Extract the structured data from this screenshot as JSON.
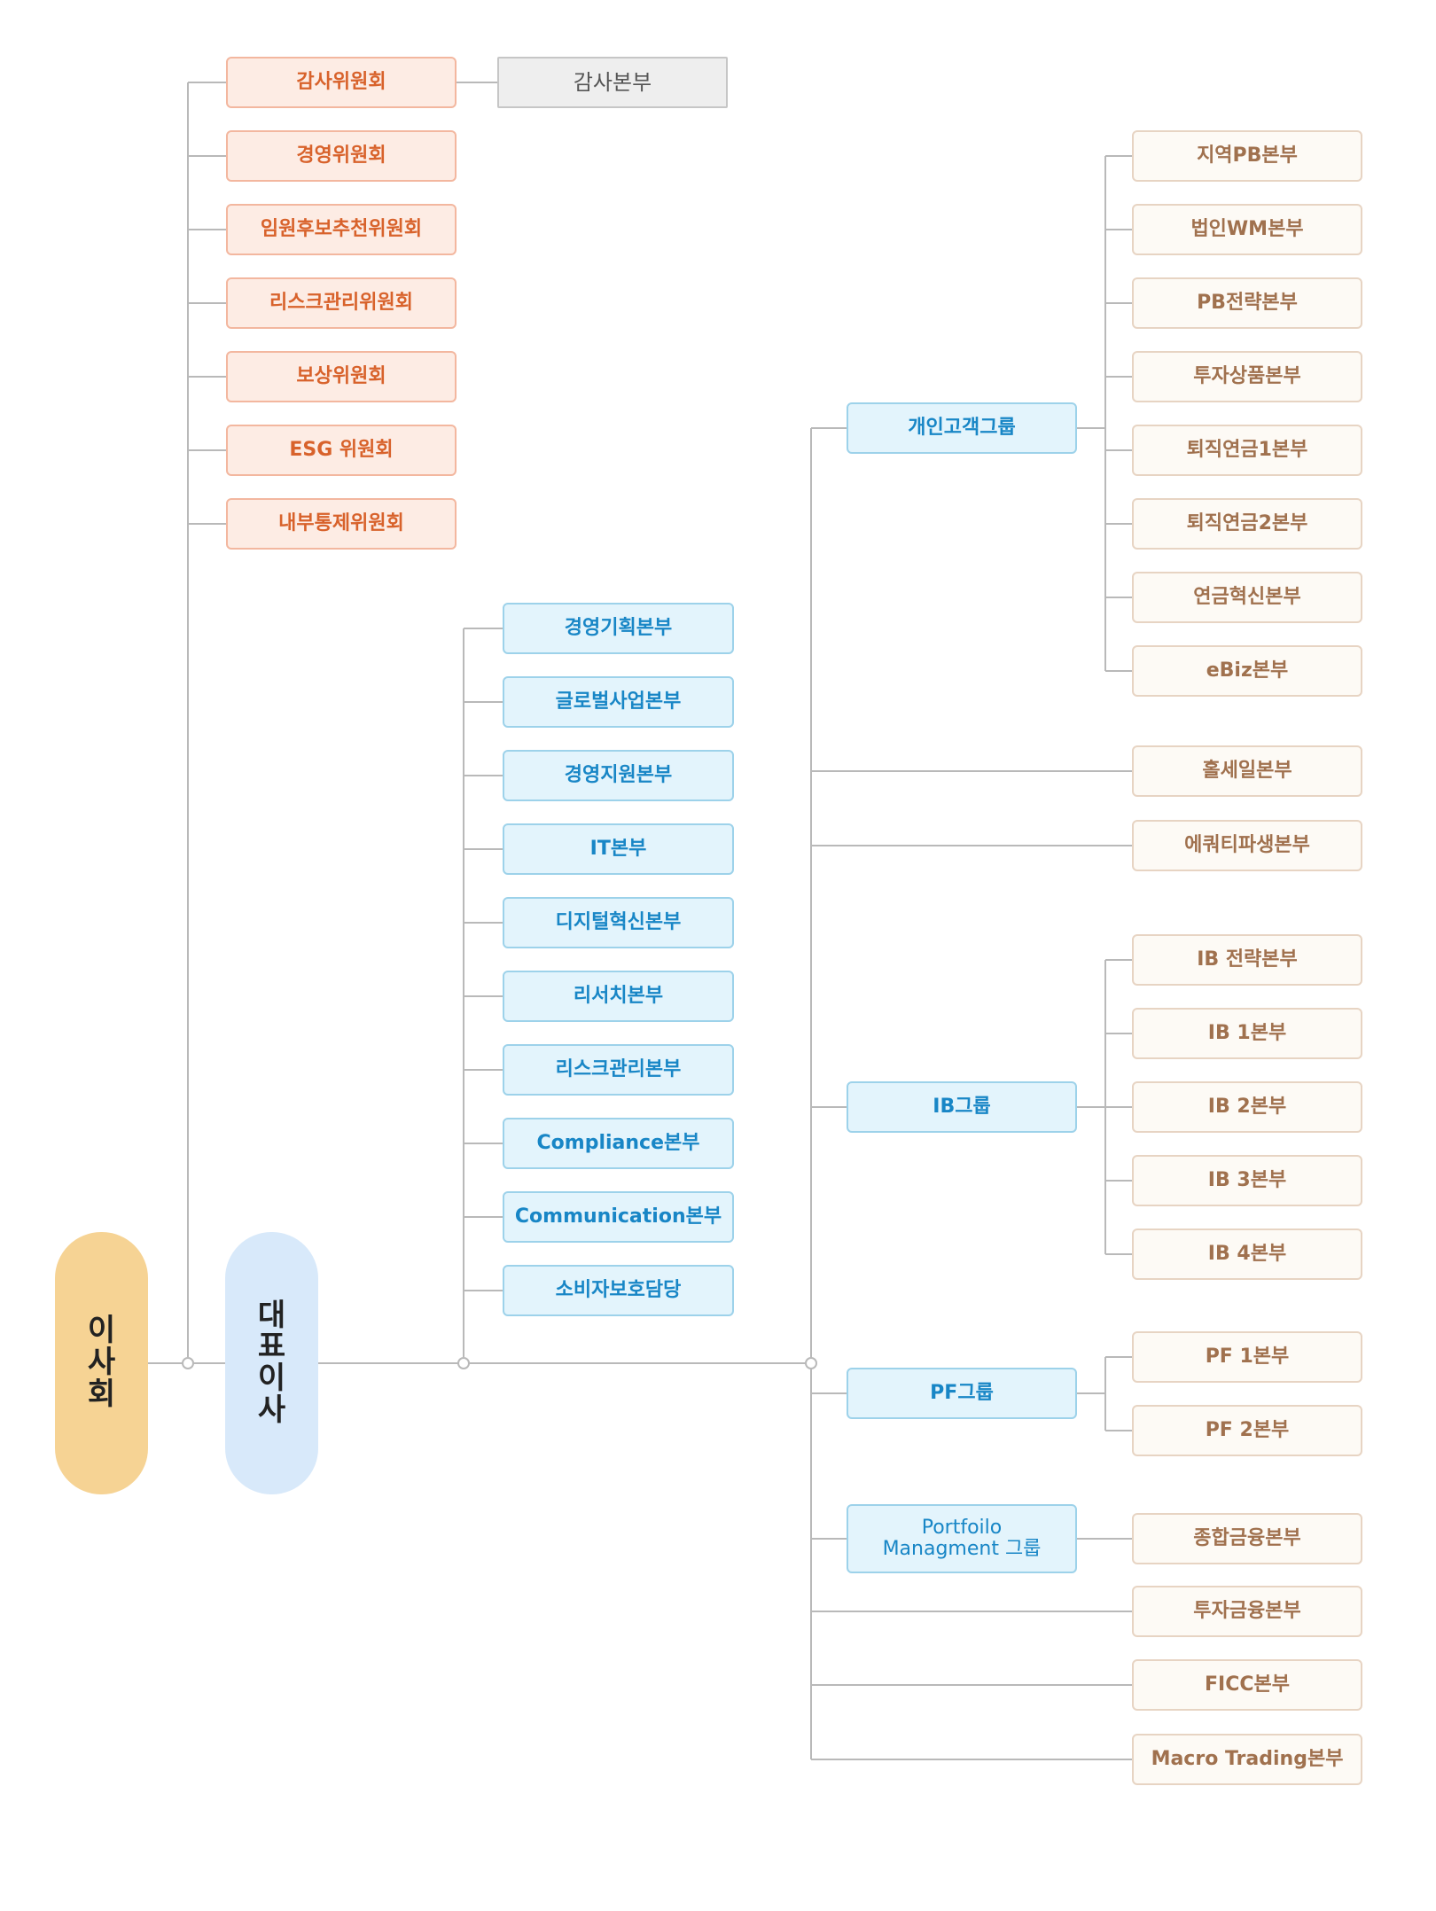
{
  "board": "이사회",
  "ceo": "대표이사",
  "committees": [
    "감사위원회",
    "경영위원회",
    "임원후보추천위원회",
    "리스크관리위원회",
    "보상위원회",
    "ESG 위원회",
    "내부통제위원회"
  ],
  "audit_hq": "감사본부",
  "headquarters": [
    "경영기획본부",
    "글로벌사업본부",
    "경영지원본부",
    "IT본부",
    "디지털혁신본부",
    "리서치본부",
    "리스크관리본부",
    "Compliance본부",
    "Communication본부",
    "소비자보호담당"
  ],
  "groups": {
    "personal": {
      "name": "개인고객그룹",
      "units": [
        "지역PB본부",
        "법인WM본부",
        "PB전략본부",
        "투자상품본부",
        "퇴직연금1본부",
        "퇴직연금2본부",
        "연금혁신본부",
        "eBiz본부"
      ]
    },
    "direct_units": [
      "홀세일본부",
      "에쿼티파생본부"
    ],
    "ib": {
      "name": "IB그룹",
      "units": [
        "IB 전략본부",
        "IB 1본부",
        "IB 2본부",
        "IB 3본부",
        "IB 4본부"
      ]
    },
    "pf": {
      "name": "PF그룹",
      "units": [
        "PF 1본부",
        "PF 2본부"
      ]
    },
    "pm": {
      "name": "Portfoilo\nManagment 그룹",
      "units": [
        "종합금융본부",
        "투자금융본부",
        "FICC본부",
        "Macro Trading본부"
      ]
    }
  },
  "colors": {
    "line": "#b9b9b9",
    "committee_text": "#d8622b",
    "hq_text": "#1886c6",
    "unit_text": "#a0714e",
    "board_fill": "#f6d394",
    "ceo_fill": "#d8e9fa"
  }
}
